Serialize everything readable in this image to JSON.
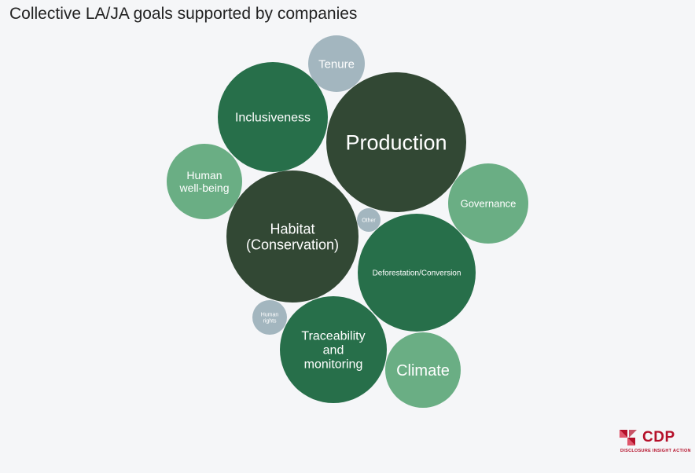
{
  "title": "Collective LA/JA goals supported by companies",
  "colors": {
    "background": "#f5f6f8",
    "dark_green": "#324834",
    "mid_green": "#276f4a",
    "light_green": "#6aae84",
    "grey_blue": "#a3b6bf",
    "brand_red": "#b5102a"
  },
  "chart_data": {
    "type": "bubble",
    "title": "Collective LA/JA goals supported by companies",
    "series": [
      {
        "label": "Production",
        "lines": [
          "Production"
        ],
        "relative_size": 1.0,
        "color_group": "dark_green"
      },
      {
        "label": "Habitat (Conservation)",
        "lines": [
          "Habitat",
          "(Conservation)"
        ],
        "relative_size": 0.94,
        "color_group": "dark_green"
      },
      {
        "label": "Deforestation/Conversion",
        "lines": [
          "Deforestation/Conversion"
        ],
        "relative_size": 0.84,
        "color_group": "mid_green"
      },
      {
        "label": "Inclusiveness",
        "lines": [
          "Inclusiveness"
        ],
        "relative_size": 0.79,
        "color_group": "mid_green"
      },
      {
        "label": "Traceability and monitoring",
        "lines": [
          "Traceability",
          "and",
          "monitoring"
        ],
        "relative_size": 0.76,
        "color_group": "mid_green"
      },
      {
        "label": "Governance",
        "lines": [
          "Governance"
        ],
        "relative_size": 0.57,
        "color_group": "light_green"
      },
      {
        "label": "Climate",
        "lines": [
          "Climate"
        ],
        "relative_size": 0.54,
        "color_group": "light_green"
      },
      {
        "label": "Human well-being",
        "lines": [
          "Human",
          "well-being"
        ],
        "relative_size": 0.54,
        "color_group": "light_green"
      },
      {
        "label": "Tenure",
        "lines": [
          "Tenure"
        ],
        "relative_size": 0.4,
        "color_group": "grey_blue"
      },
      {
        "label": "Human rights",
        "lines": [
          "Human",
          "rights"
        ],
        "relative_size": 0.25,
        "color_group": "grey_blue"
      },
      {
        "label": "Other",
        "lines": [
          "Other"
        ],
        "relative_size": 0.17,
        "color_group": "grey_blue"
      }
    ]
  },
  "logo": {
    "text": "CDP",
    "tagline": "DISCLOSURE INSIGHT ACTION"
  }
}
